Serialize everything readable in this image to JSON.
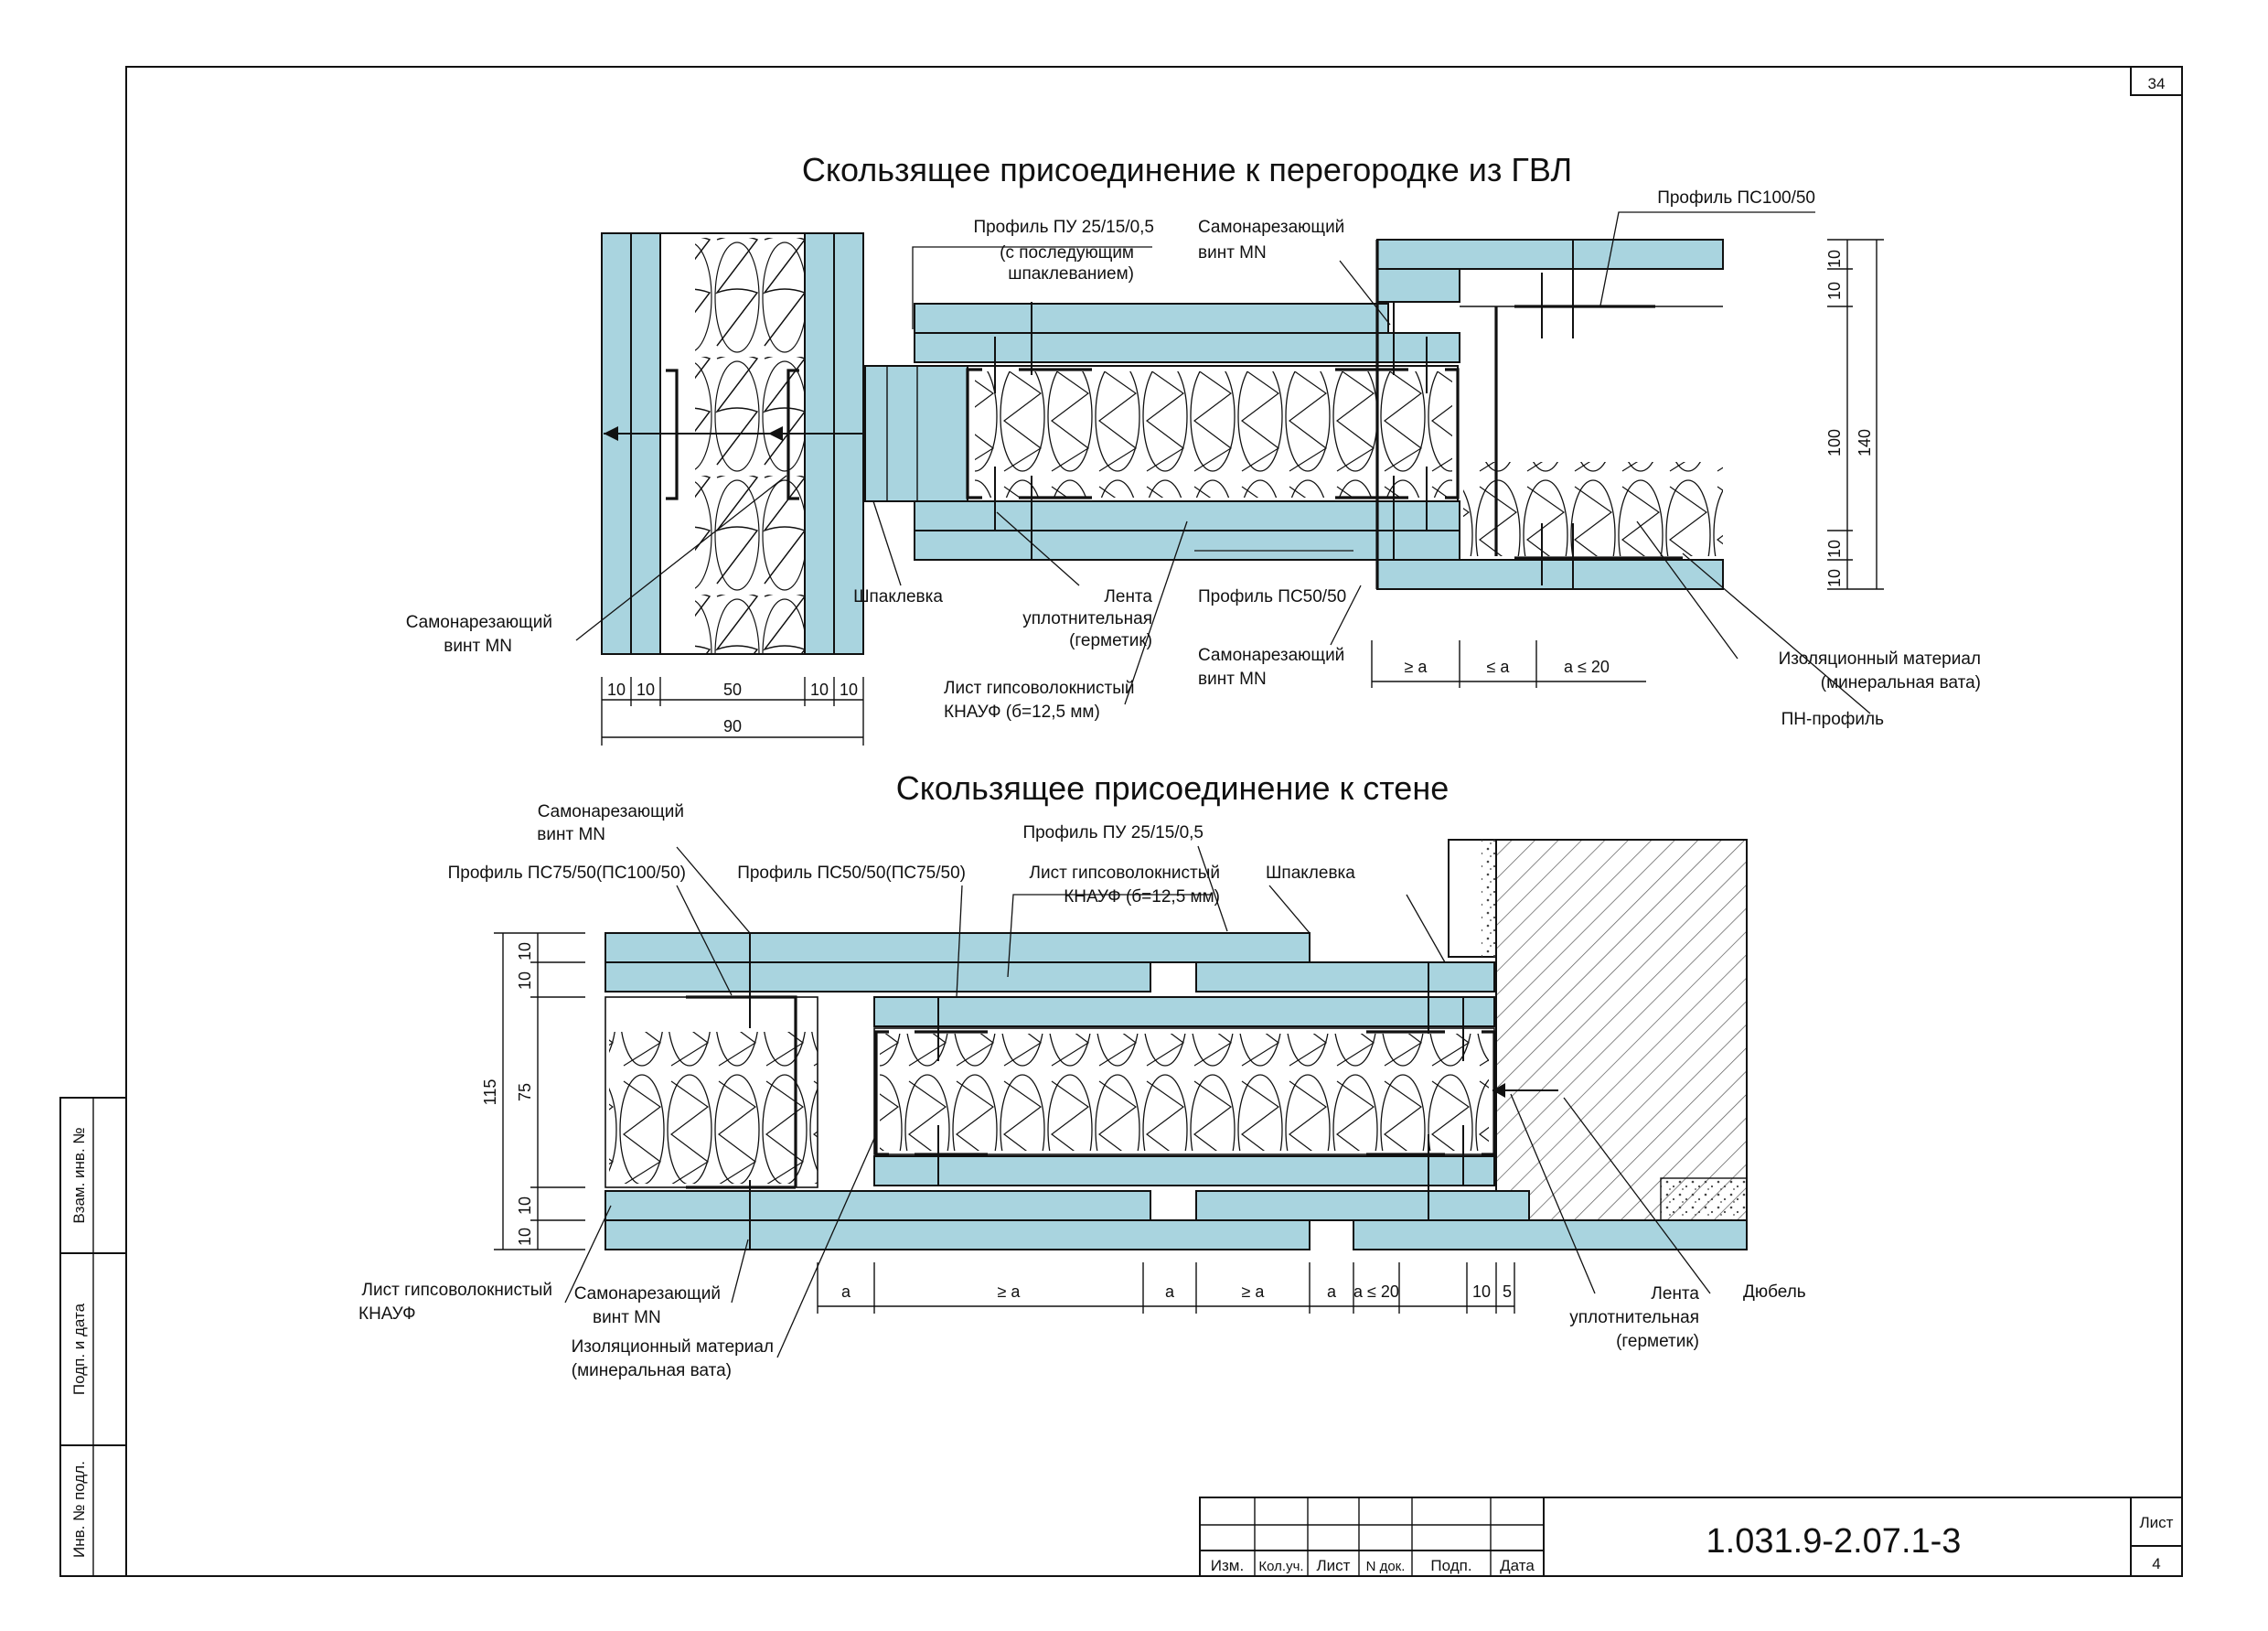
{
  "sheet": {
    "number_top": "34",
    "code": "1.031.9-2.07.1-3",
    "list_label": "Лист",
    "list_number": "4"
  },
  "side_stamp": {
    "vzam": "Взам. инв. №",
    "podp": "Подп. и дата",
    "inv": "Инв. № подл."
  },
  "title_block": {
    "columns": [
      "Изм.",
      "Кол.уч.",
      "Лист",
      "N док.",
      "Подп.",
      "Дата"
    ]
  },
  "drawing1": {
    "title": "Скользящее присоединение к перегородке из ГВЛ",
    "labels": {
      "pu": "Профиль ПУ 25/15/0,5",
      "pu_note1": "(с последующим",
      "pu_note2": "шпаклеванием)",
      "screw_top1": "Самонарезающий",
      "screw_top2": "винт MN",
      "ps100": "Профиль ПС100/50",
      "screw_left1": "Самонарезающий",
      "screw_left2": "винт MN",
      "putty": "Шпаклевка",
      "tape1": "Лента",
      "tape2": "уплотнительная",
      "tape3": "(герметик)",
      "ps50": "Профиль ПС50/50",
      "screw_bot1": "Самонарезающий",
      "screw_bot2": "винт MN",
      "sheet1": "Лист гипсоволокнистый",
      "sheet2": "КНАУФ   (б=12,5 мм)",
      "insul1": "Изоляционный материал",
      "insul2": "(минеральная вата)",
      "pn": "ПН-профиль"
    },
    "dims_bottom": [
      "10",
      "10",
      "50",
      "10",
      "10"
    ],
    "dim_total": "90",
    "dims_right": [
      "10",
      "10",
      "100",
      "140",
      "10",
      "10"
    ],
    "gaps": [
      "≥ a",
      "≤ a",
      "a ≤ 20"
    ]
  },
  "drawing2": {
    "title": "Скользящее присоединение к стене",
    "labels": {
      "screw_top1": "Самонарезающий",
      "screw_top2": "винт MN",
      "ps75": "Профиль ПС75/50(ПС100/50)",
      "ps50": "Профиль ПС50/50(ПС75/50)",
      "pu": "Профиль ПУ 25/15/0,5",
      "sheet_top1": "Лист гипсоволокнистый",
      "sheet_top2": "КНАУФ   (б=12,5 мм)",
      "putty": "Шпаклевка",
      "sheet_bot1": "Лист гипсоволокнистый",
      "sheet_bot2": "КНАУФ",
      "screw_bot1": "Самонарезающий",
      "screw_bot2": "винт MN",
      "insul1": "Изоляционный материал",
      "insul2": "(минеральная вата)",
      "tape1": "Лента",
      "tape2": "уплотнительная",
      "tape3": "(герметик)",
      "dowel": "Дюбель"
    },
    "dims_left": [
      "115",
      "75",
      "10",
      "10",
      "10",
      "10"
    ],
    "dims_bottom": [
      "a",
      "≥ a",
      "a",
      "≥ a",
      "a",
      "a ≤ 20",
      "10",
      "5"
    ]
  }
}
